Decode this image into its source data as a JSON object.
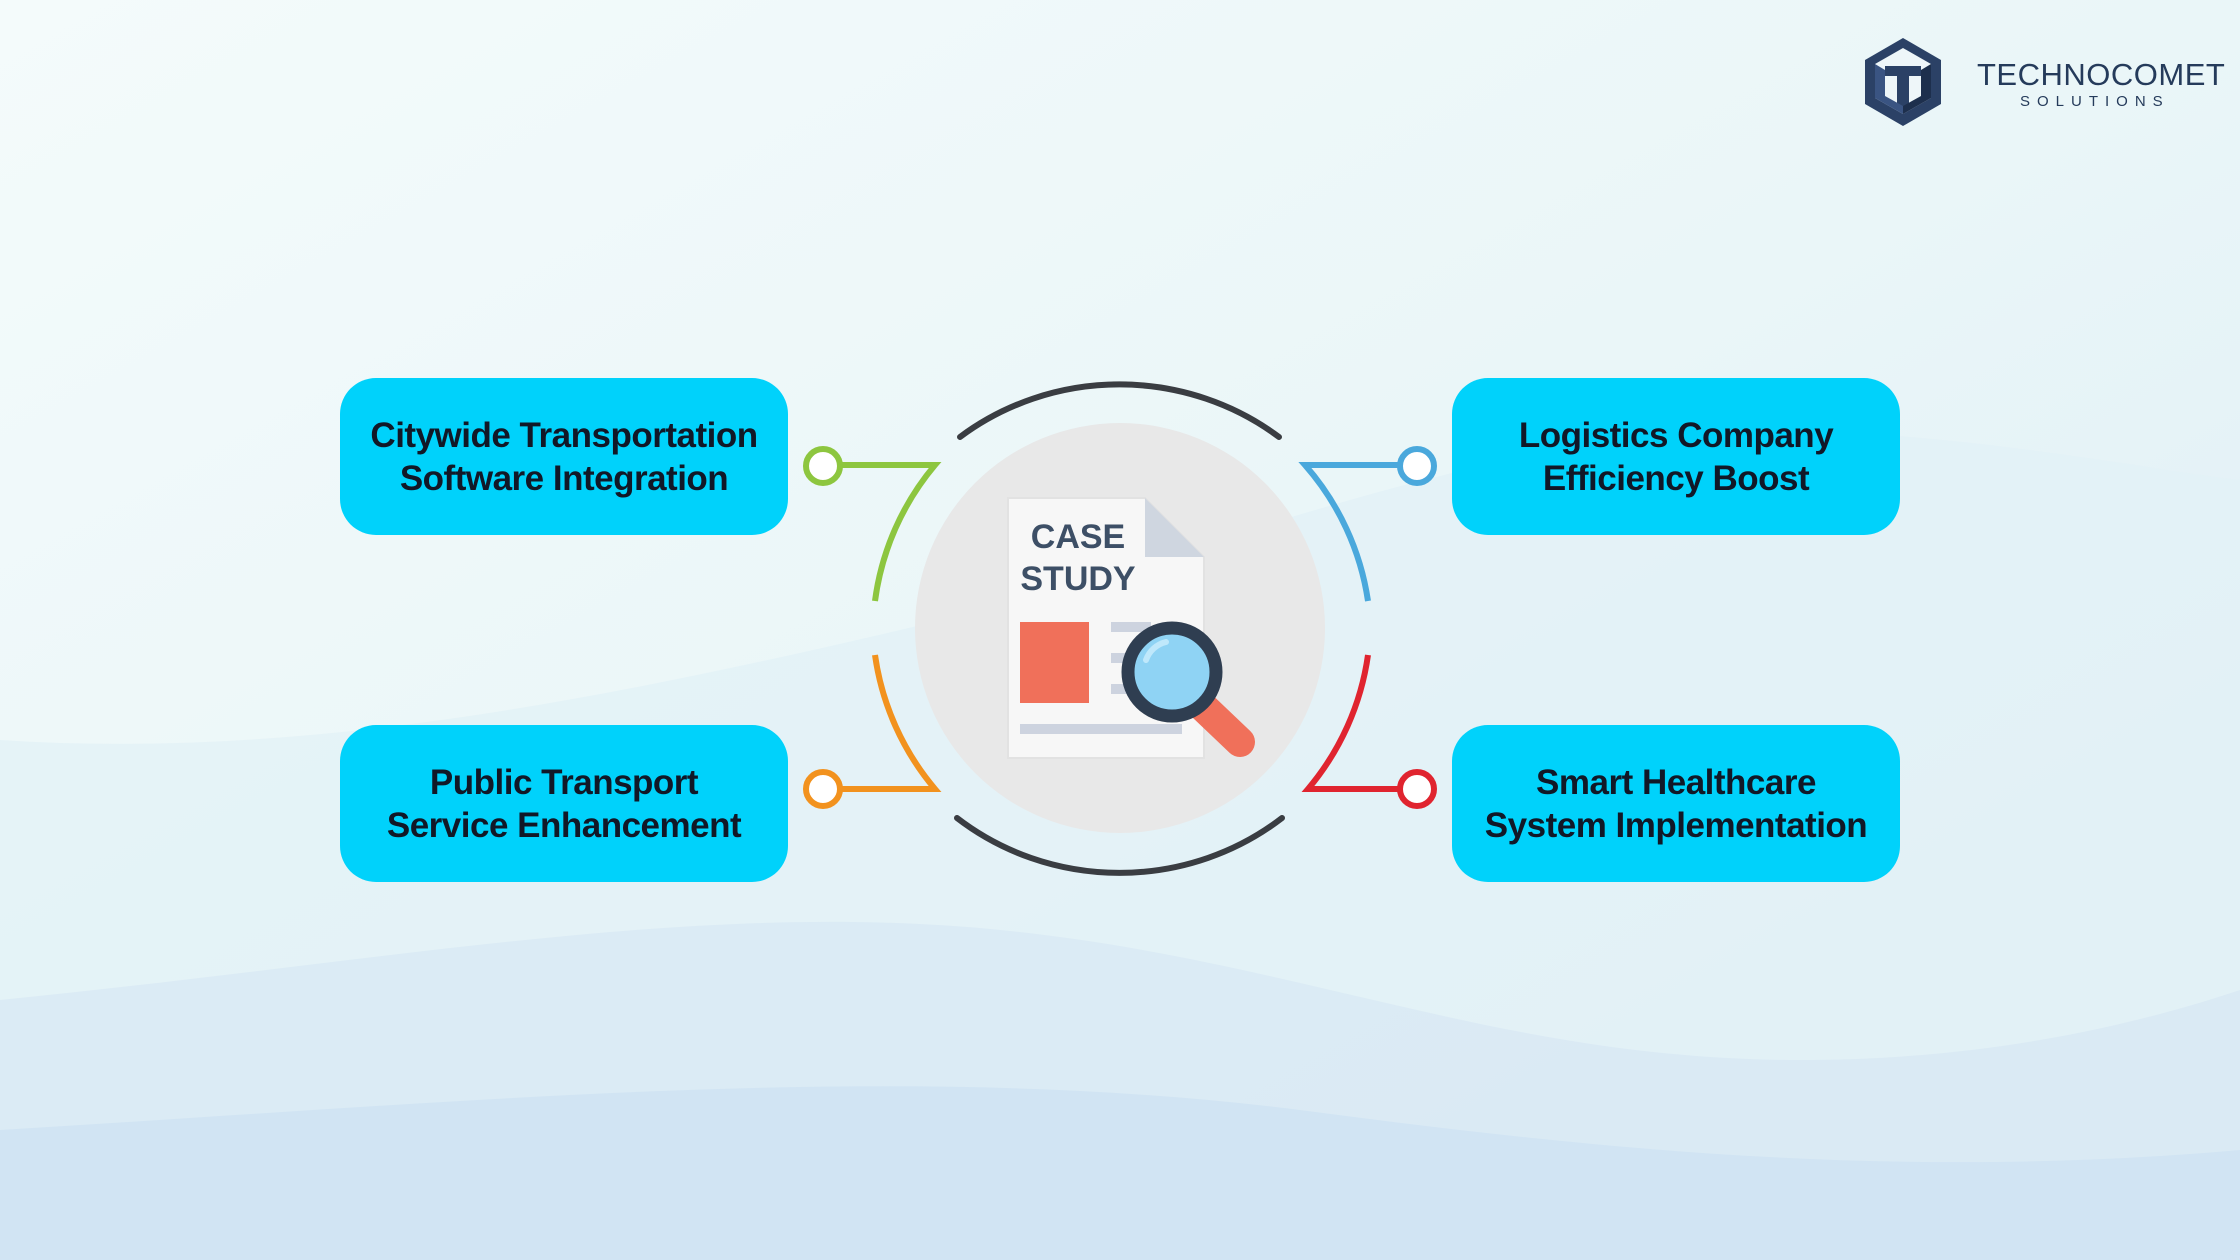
{
  "brand": {
    "name": "TECHNOCOMET",
    "tagline": "SOLUTIONS",
    "icon": "technocomet-logo-mark",
    "color": "#253b5b"
  },
  "diagram": {
    "center": {
      "icon": "case-study-document-magnifier-icon",
      "label_line1": "CASE",
      "label_line2": "STUDY"
    },
    "items": [
      {
        "position": "top-left",
        "line1": "Citywide Transportation",
        "line2": "Software Integration",
        "accent": "#8dc63f"
      },
      {
        "position": "top-right",
        "line1": "Logistics Company",
        "line2": "Efficiency Boost",
        "accent": "#4aa8dc"
      },
      {
        "position": "bottom-left",
        "line1": "Public Transport",
        "line2": "Service Enhancement",
        "accent": "#f2921e"
      },
      {
        "position": "bottom-right",
        "line1": "Smart Healthcare",
        "line2": "System Implementation",
        "accent": "#e0242f"
      }
    ]
  },
  "colors": {
    "card": "#00d2fb",
    "card_text": "#111827",
    "ring": "#3a3d42",
    "center_disc": "#e8e8e8"
  }
}
